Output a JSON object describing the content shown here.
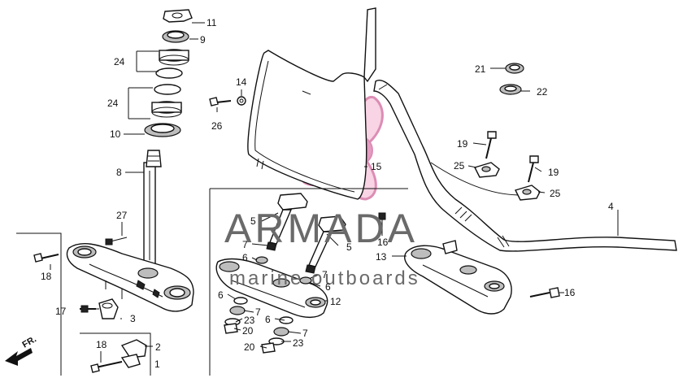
{
  "callouts": {
    "c1": "1",
    "c2": "2",
    "c3": "3",
    "c4": "4",
    "c5a": "5",
    "c5b": "5",
    "c6a": "6",
    "c6b": "6",
    "c6c": "6",
    "c6d": "6",
    "c7a": "7",
    "c7b": "7",
    "c7c": "7",
    "c7d": "7",
    "c8": "8",
    "c9": "9",
    "c10": "10",
    "c11": "11",
    "c12": "12",
    "c13": "13",
    "c14": "14",
    "c15": "15",
    "c16a": "16",
    "c16b": "16",
    "c17": "17",
    "c18a": "18",
    "c18b": "18",
    "c19a": "19",
    "c19b": "19",
    "c20a": "20",
    "c20b": "20",
    "c21": "21",
    "c22": "22",
    "c23a": "23",
    "c23b": "23",
    "c24a": "24",
    "c24b": "24",
    "c25a": "25",
    "c25b": "25",
    "c26": "26",
    "c27": "27"
  },
  "watermark": {
    "brand": "ARMADA",
    "tagline": "marine outboards",
    "color": "#e8a4c4"
  },
  "direction_marker": "FR."
}
